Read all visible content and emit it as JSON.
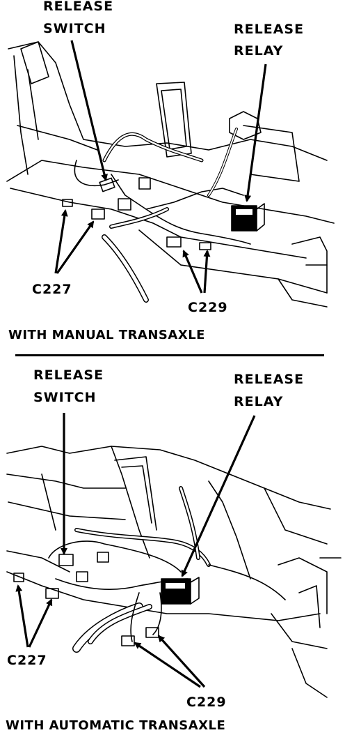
{
  "manual": {
    "release_switch_line1": "RELEASE",
    "release_switch_line2": "SWITCH",
    "release_relay_line1": "RELEASE",
    "release_relay_line2": "RELAY",
    "c227": "C227",
    "c229": "C229",
    "caption": "WITH MANUAL TRANSAXLE"
  },
  "automatic": {
    "release_switch_line1": "RELEASE",
    "release_switch_line2": "SWITCH",
    "release_relay_line1": "RELEASE",
    "release_relay_line2": "RELAY",
    "c227": "C227",
    "c229": "C229",
    "caption": "WITH AUTOMATIC TRANSAXLE"
  },
  "colors": {
    "ink": "#000000",
    "paper": "#ffffff"
  }
}
